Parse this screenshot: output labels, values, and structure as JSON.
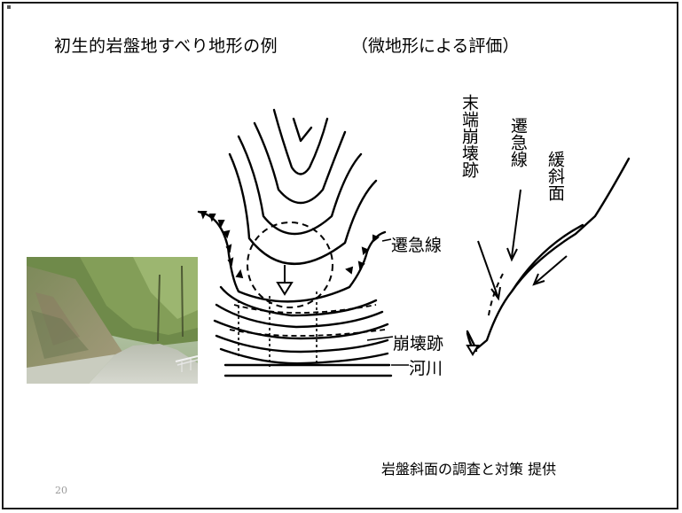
{
  "slide": {
    "title": "初生的岩盤地すべり地形の例",
    "subtitle": "（微地形による評価）",
    "page_number": "20",
    "credit": "岩盤斜面の調査と対策  提供"
  },
  "diagram_left": {
    "labels": {
      "break_line": "遷急線",
      "collapse_trace": "崩壊跡",
      "river": "河川"
    }
  },
  "diagram_right": {
    "labels": {
      "toe_collapse": "末端崩壊跡",
      "break_line": "遷急線",
      "gentle_slope": "緩斜面"
    }
  },
  "photo": {
    "icon": "forest-road-photo"
  }
}
